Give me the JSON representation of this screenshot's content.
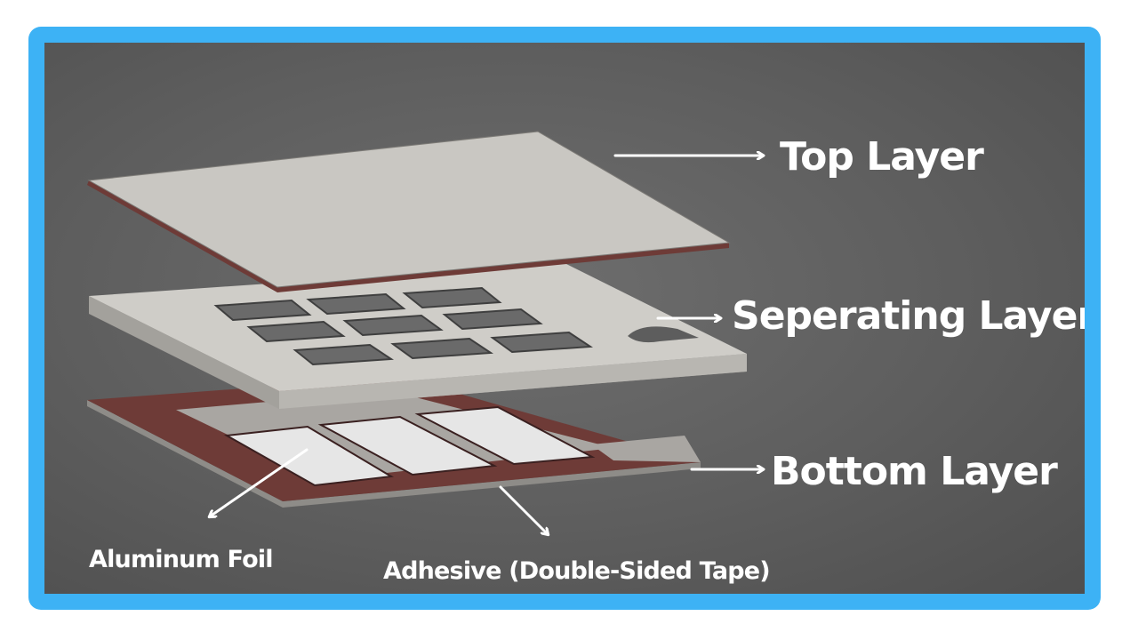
{
  "labels": {
    "top_layer": "Top Layer",
    "separating_layer": "Seperating Layer",
    "bottom_layer": "Bottom Layer",
    "aluminum_foil": "Aluminum Foil",
    "adhesive": "Adhesive (Double-Sided Tape)"
  },
  "colors": {
    "frame_border": "#3db2f5",
    "background": "#5e5e5e",
    "plate": "#c9c7c2",
    "plate_edge": "#a9a7a2",
    "adhesive": "#6e3b37",
    "foil": "#e4e4e4",
    "label_text": "#ffffff"
  }
}
